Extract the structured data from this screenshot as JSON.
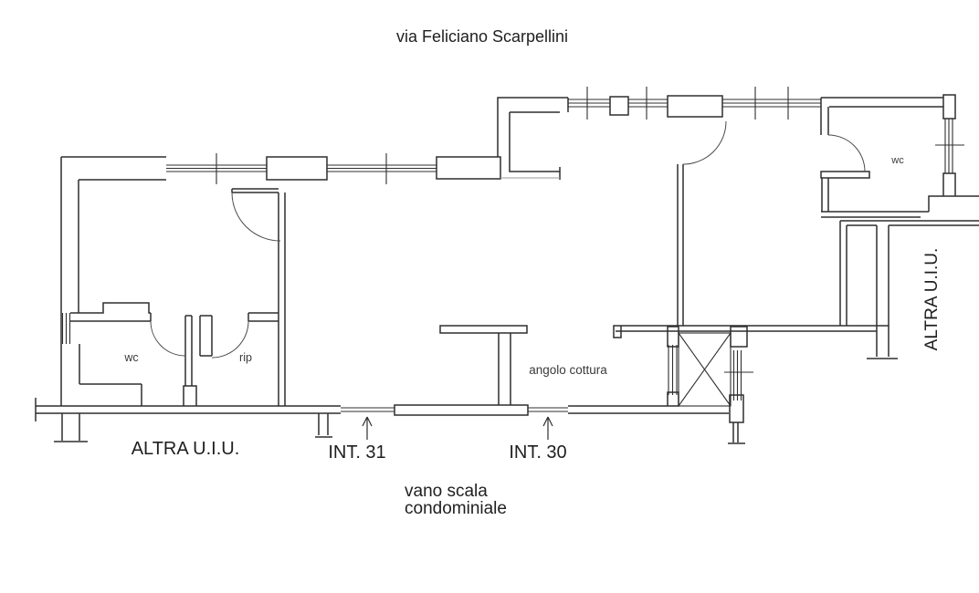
{
  "plan": {
    "street": "via Feliciano Scarpellini",
    "labels": {
      "altra_left": "ALTRA U.I.U.",
      "altra_right": "ALTRA U.I.U.",
      "int31": "INT. 31",
      "int30": "INT. 30",
      "vano_scala_line1": "vano scala",
      "vano_scala_line2": "condominiale",
      "wc_left": "wc",
      "rip": "rip",
      "wc_right": "wc",
      "angolo_cottura": "angolo cottura"
    },
    "colors": {
      "background": "#ffffff",
      "wall_line": "#2f2f2f",
      "inner_line": "#9a9a9a",
      "text": "#1f1f1f"
    }
  }
}
